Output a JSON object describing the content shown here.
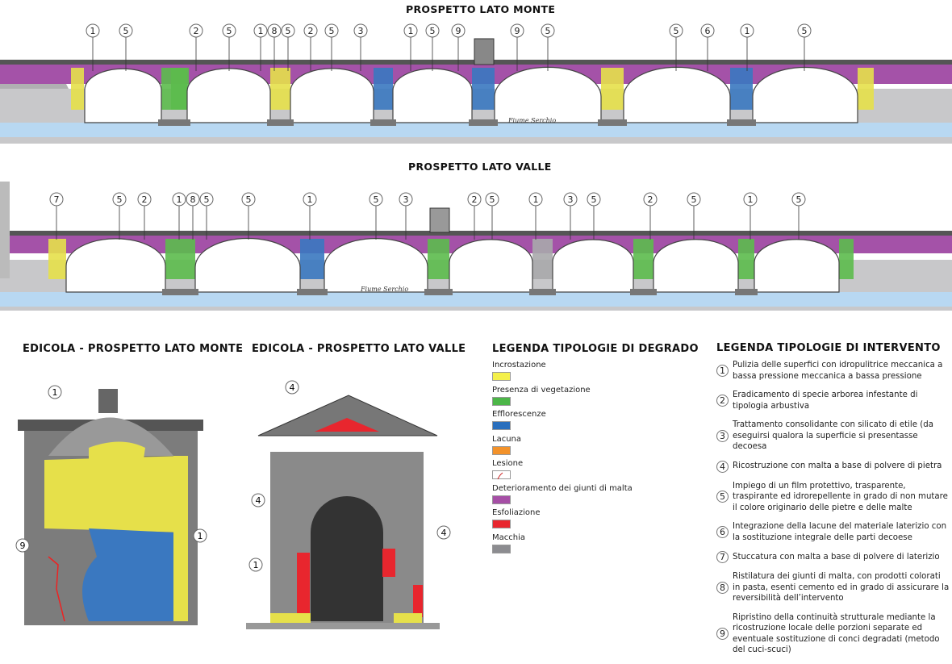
{
  "titles": {
    "monte": "PROSPETTO LATO MONTE",
    "valle": "PROSPETTO LATO VALLE",
    "edicola_monte": "EDICOLA - PROSPETTO LATO MONTE",
    "edicola_valle": "EDICOLA - PROSPETTO LATO VALLE"
  },
  "river_label": "Fiume Serchio",
  "callouts_monte": [
    "1",
    "5",
    "2",
    "5",
    "1",
    "8",
    "5",
    "2",
    "5",
    "3",
    "1",
    "5",
    "9",
    "9",
    "5",
    "5",
    "6",
    "1",
    "5"
  ],
  "callouts_valle": [
    "7",
    "5",
    "2",
    "1",
    "8",
    "5",
    "5",
    "1",
    "5",
    "3",
    "2",
    "5",
    "1",
    "3",
    "5",
    "2",
    "5",
    "1",
    "5"
  ],
  "callouts_edicola_monte": [
    "1",
    "9",
    "1"
  ],
  "callouts_edicola_valle": [
    "4",
    "4",
    "1",
    "4"
  ],
  "legend_degrado": {
    "title": "LEGENDA TIPOLOGIE DI DEGRADO",
    "items": [
      {
        "label": "Incrostazione",
        "color": "#f4f04a"
      },
      {
        "label": "Presenza di vegetazione",
        "color": "#4cb648"
      },
      {
        "label": "Efflorescenze",
        "color": "#2a6fbd"
      },
      {
        "label": "Lacuna",
        "color": "#f3922a"
      },
      {
        "label": "Lesione",
        "color": "#ffffff"
      },
      {
        "label": "Deterioramento dei giunti di malta",
        "color": "#a64fa6"
      },
      {
        "label": "Esfoliazione",
        "color": "#e8262e"
      },
      {
        "label": "Macchia",
        "color": "#8c8c90"
      }
    ]
  },
  "legend_intervento": {
    "title": "LEGENDA TIPOLOGIE DI INTERVENTO",
    "items": [
      {
        "n": "1",
        "text": "Pulizia delle superfici con idropulitrice meccanica a bassa pressione meccanica a bassa pressione"
      },
      {
        "n": "2",
        "text": "Eradicamento di specie arborea infestante di tipologia arbustiva"
      },
      {
        "n": "3",
        "text": "Trattamento consolidante con silicato di etile (da eseguirsi qualora la superficie si presentasse decoesa"
      },
      {
        "n": "4",
        "text": "Ricostruzione con malta a base di polvere di pietra"
      },
      {
        "n": "5",
        "text": "Impiego di un film protettivo, trasparente, traspirante ed idrorepellente in grado di non mutare il colore originario delle pietre e delle malte"
      },
      {
        "n": "6",
        "text": "Integrazione della lacune del materiale laterizio con la sostituzione integrale delle parti decoese"
      },
      {
        "n": "7",
        "text": "Stuccatura con malta a base di polvere di laterizio"
      },
      {
        "n": "8",
        "text": "Ristilatura dei giunti di malta, con prodotti colorati in pasta, esenti cemento ed in grado di assicurare la reversibilità dell’intervento"
      },
      {
        "n": "9",
        "text": "Ripristino della continuità strutturale mediante la ricostruzione locale delle porzioni separate ed eventuale sostituzione di conci degradati (metodo del cuci-scuci)"
      }
    ]
  }
}
